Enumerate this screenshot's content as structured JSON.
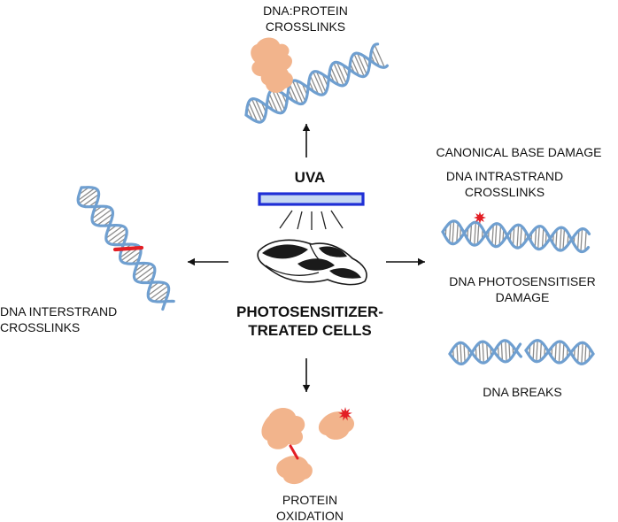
{
  "labels": {
    "uva": "UVA",
    "center_line1": "PHOTOSENSITIZER-",
    "center_line2": "TREATED CELLS",
    "dna_protein_line1": "DNA:PROTEIN",
    "dna_protein_line2": "CROSSLINKS",
    "canonical": "CANONICAL BASE DAMAGE",
    "intrastrand_line1": "DNA INTRASTRAND",
    "intrastrand_line2": "CROSSLINKS",
    "photosens_line1": "DNA PHOTOSENSITISER",
    "photosens_line2": "DAMAGE",
    "breaks": "DNA BREAKS",
    "interstrand_line1": "DNA INTERSTRAND",
    "interstrand_line2": "CROSSLINKS",
    "protein_line1": "PROTEIN",
    "protein_line2": "OXIDATION"
  },
  "colors": {
    "dna_strand": "#6f9fd0",
    "dna_rung": "#8c8c8c",
    "protein": "#f2b48c",
    "crosslink": "#e31e24",
    "uva_text": "#2f54eb",
    "lamp_border": "#1f2fd6",
    "lamp_fill": "#c6d8f2",
    "arrow": "#111111",
    "cell_fill": "#ffffff",
    "nucleus": "#1a1a1a"
  }
}
